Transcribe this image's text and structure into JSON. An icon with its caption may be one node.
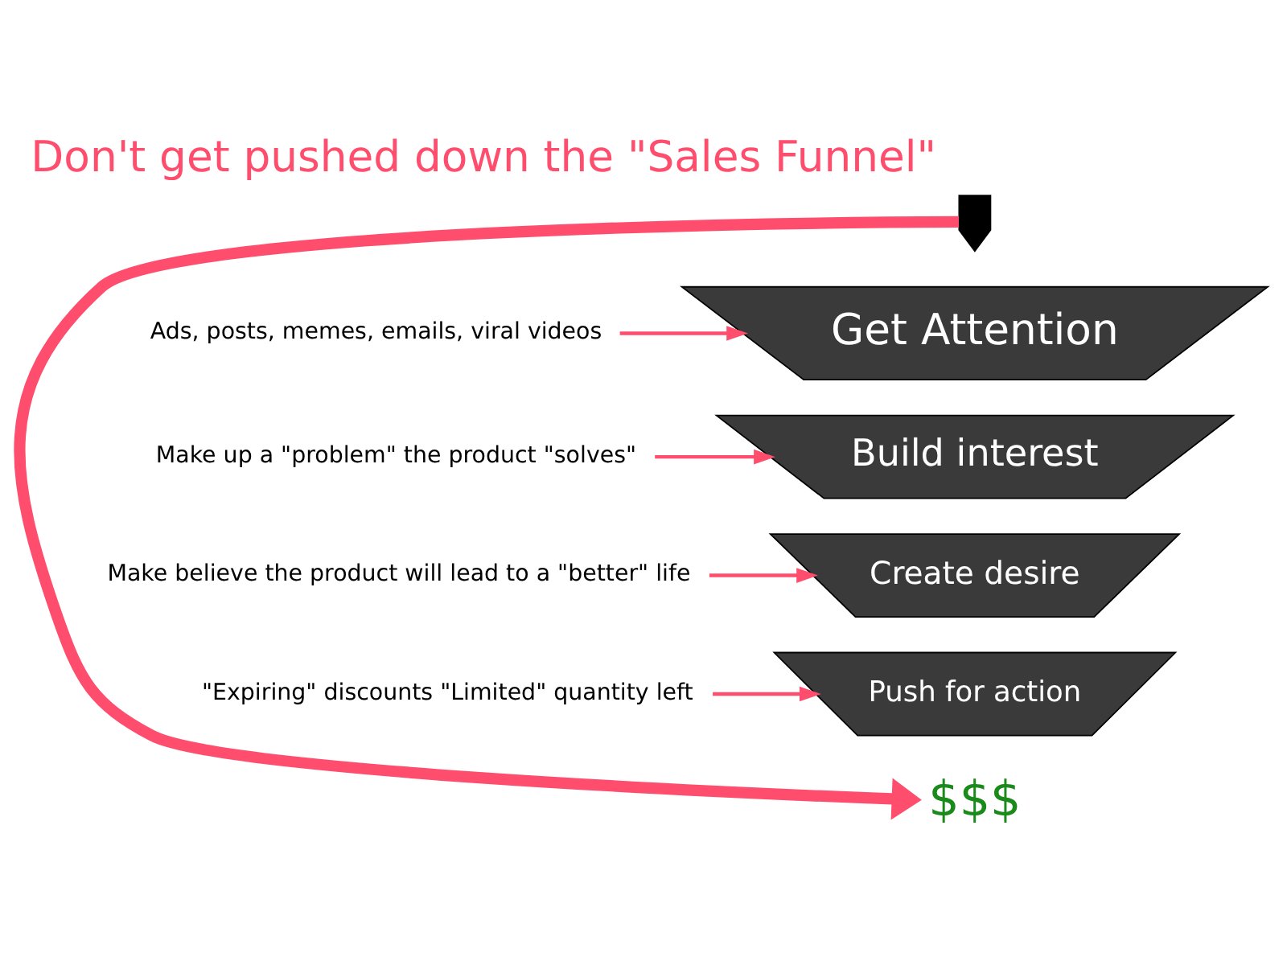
{
  "diagram": {
    "title": "Don't get pushed down the \"Sales Funnel\"",
    "nodes": [
      {
        "text": [],
        "shape": "person"
      },
      {
        "text": [
          "Ads, posts, memes, emails, viral videos"
        ]
      },
      {
        "text": [
          "Get Attention"
        ]
      },
      {
        "text": [
          "Make up a \"problem\" the product \"solves\""
        ]
      },
      {
        "text": [
          "Build interest"
        ]
      },
      {
        "text": [
          "Make believe the product will lead to a \"better\" life"
        ]
      },
      {
        "text": [
          "Create desire"
        ]
      },
      {
        "text": [
          "\"Expiring\" discounts \"Limited\" quantity left"
        ]
      },
      {
        "text": [
          "Push for action"
        ]
      },
      {
        "text": [
          "$$$"
        ]
      }
    ],
    "edges": [
      {
        "from": 1,
        "to": 2,
        "arrow": "to"
      },
      {
        "from": 3,
        "to": 4,
        "arrow": "to"
      },
      {
        "from": 5,
        "to": 6,
        "arrow": "to"
      },
      {
        "from": 7,
        "to": 8,
        "arrow": "to"
      },
      {
        "from": 0,
        "to": 9,
        "arrow": "to",
        "style": "thick"
      }
    ]
  }
}
